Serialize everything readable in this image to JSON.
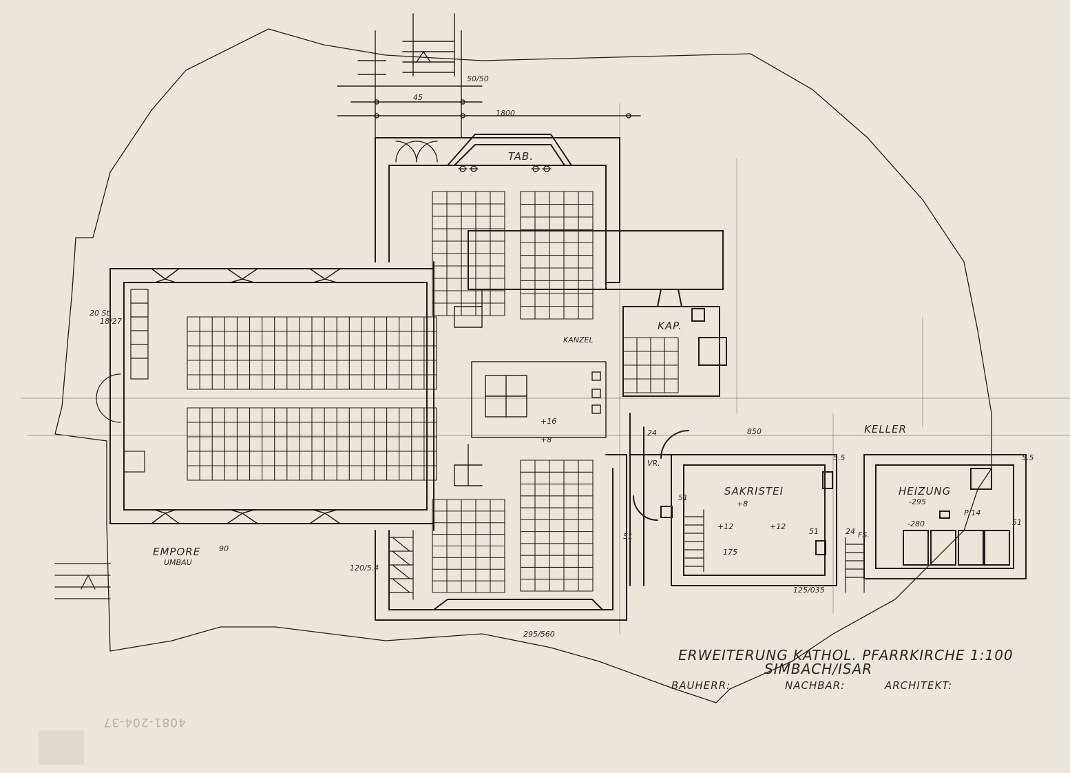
{
  "title": {
    "line1": "ERWEITERUNG KATHOL. PFARRKIRCHE 1:100",
    "line2": "SIMBACH/ISAR"
  },
  "signatures": {
    "owner": "BAUHERR:",
    "neighbour": "NACHBAR:",
    "architect": "ARCHITEKT:"
  },
  "rooms": {
    "tabernacle": "TAB.",
    "chapel": "KAP.",
    "pulpit": "KANZEL",
    "sacristy": "SAKRISTEI",
    "cellar": "KELLER",
    "heating": "HEIZUNG",
    "gallery": "EMPORE",
    "gallery_note": "UMBAU",
    "anteroom": "VR."
  },
  "dimensions": {
    "d_top": "50/50",
    "d_45": "45",
    "d_1800": "1800",
    "d_steps": "20 St.",
    "d_18_27": "18/27",
    "d_plus16": "+16",
    "d_plus8": "+8",
    "d_850": "850",
    "d_24": "24",
    "d_55a": "5.5",
    "d_55b": "5.5",
    "d_plus8b": "+8",
    "d_plus12a": "+12",
    "d_plus12b": "+12",
    "d_175": "175",
    "d_51a": "51",
    "d_51b": "51",
    "d_51c": "51",
    "d_51d": "51",
    "d_24b": "24",
    "d_fs": "FS.",
    "d_m295": "-295",
    "d_m280": "-280",
    "d_p14": "P/14",
    "d_ground": "90",
    "d_120": "120/5.4",
    "d_295_560": "295/560",
    "d_125_035": "125/035"
  },
  "archive_number": "4081-204-37"
}
